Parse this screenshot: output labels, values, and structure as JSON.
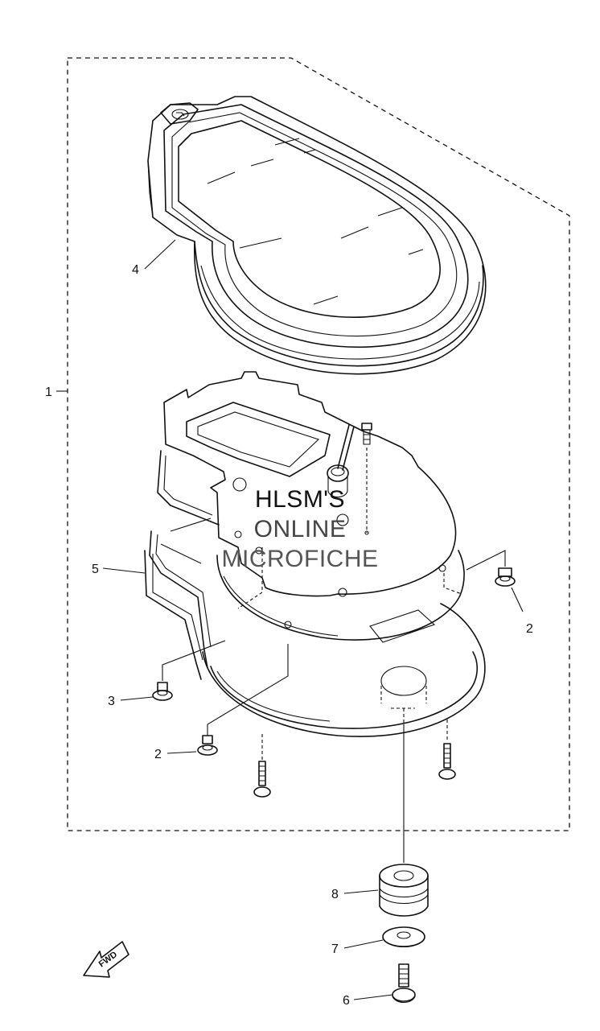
{
  "watermark": {
    "line1": "HLSM'S",
    "line2": "ONLINE",
    "line3": "MICROFICHE"
  },
  "callouts": [
    {
      "id": "1",
      "label": "1"
    },
    {
      "id": "2a",
      "label": "2"
    },
    {
      "id": "2b",
      "label": "2"
    },
    {
      "id": "3",
      "label": "3"
    },
    {
      "id": "4",
      "label": "4"
    },
    {
      "id": "5",
      "label": "5"
    },
    {
      "id": "6",
      "label": "6"
    },
    {
      "id": "7",
      "label": "7"
    },
    {
      "id": "8",
      "label": "8"
    }
  ],
  "direction_marker": {
    "label": "FWD"
  },
  "colors": {
    "line": "#111111",
    "background": "#ffffff"
  }
}
